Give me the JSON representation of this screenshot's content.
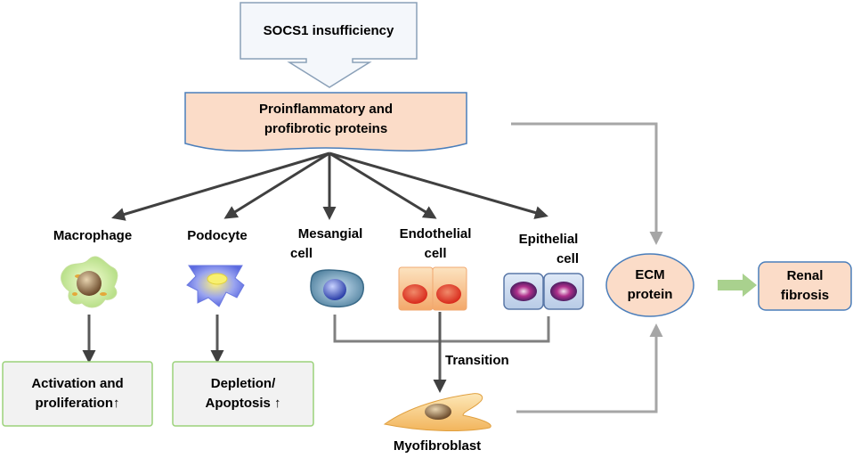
{
  "title_box": "SOCS1 insufficiency",
  "central_box": {
    "line1": "Proinflammatory and",
    "line2": "profibrotic proteins"
  },
  "targets": {
    "macrophage": "Macrophage",
    "podocyte": "Podocyte",
    "mesangial": {
      "line1": "Mesangial",
      "line2": "cell"
    },
    "endothelial": {
      "line1": "Endothelial",
      "line2": "cell"
    },
    "epithelial": {
      "line1": "Epithelial",
      "line2": "cell"
    }
  },
  "outcomes": {
    "macrophage": {
      "line1": "Activation and",
      "line2": "proliferation↑"
    },
    "podocyte": {
      "line1": "Depletion/",
      "line2": "Apoptosis ↑"
    }
  },
  "transition_label": "Transition",
  "myofibroblast_label": "Myofibroblast",
  "ecm": {
    "line1": "ECM",
    "line2": "protein"
  },
  "renal": {
    "line1": "Renal",
    "line2": "fibrosis"
  },
  "colors": {
    "peach_fill": "#fbdcc8",
    "peach_border": "#4a7ebb",
    "outcome_fill": "#f2f2f2",
    "outcome_border": "#9bd27a",
    "dark_arrow": "#404040",
    "gray_arrow": "#a6a6a6",
    "green_arrow": "#a9d18e"
  }
}
